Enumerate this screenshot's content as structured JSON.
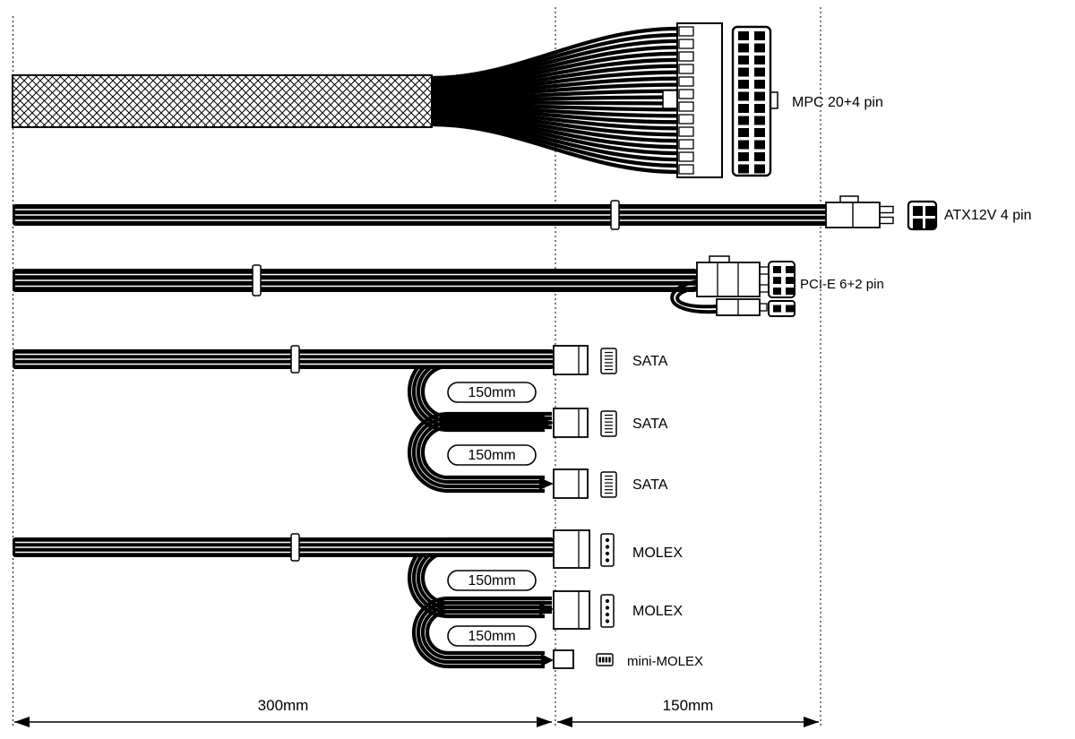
{
  "diagram": {
    "type": "psu-cable-diagram",
    "colors": {
      "ink": "#000000",
      "paper": "#ffffff"
    },
    "cables": [
      {
        "id": "mpc",
        "label": "MPC 20+4 pin"
      },
      {
        "id": "atx12v",
        "label": "ATX12V 4 pin"
      },
      {
        "id": "pcie",
        "label": "PCI-E 6+2 pin"
      },
      {
        "id": "sata",
        "connectors": [
          "SATA",
          "SATA",
          "SATA"
        ],
        "segments": [
          "150mm",
          "150mm"
        ]
      },
      {
        "id": "molex",
        "connectors": [
          "MOLEX",
          "MOLEX",
          "mini-MOLEX"
        ],
        "segments": [
          "150mm",
          "150mm"
        ]
      }
    ],
    "dimensions": {
      "left": "300mm",
      "right": "150mm"
    }
  }
}
